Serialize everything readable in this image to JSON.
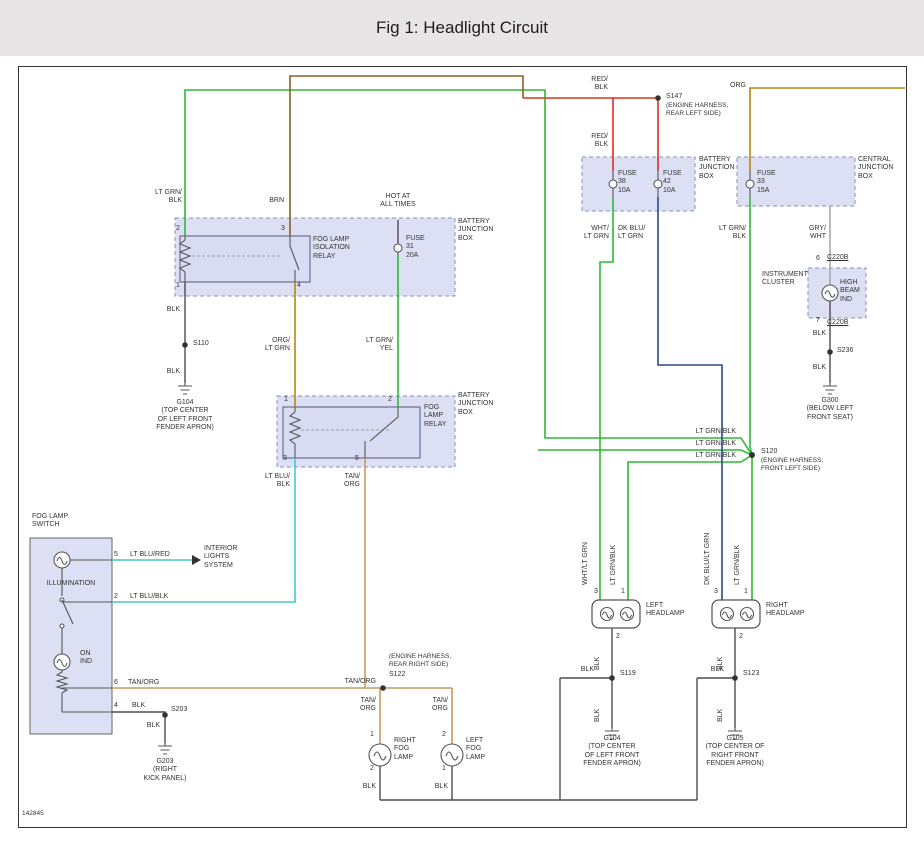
{
  "title": "Fig 1: Headlight Circuit",
  "figure_code": "142845",
  "colors": {
    "wire_green": "#2eb837",
    "wire_red": "#d93025",
    "wire_brown": "#8a5f22",
    "wire_orange": "#b8860b",
    "wire_tan": "#c99a5b",
    "wire_cyan": "#45c8c8",
    "wire_dk_blue": "#2a4a8a",
    "wire_gray": "#a8a8a8",
    "wire_black": "#4d4d4d",
    "box_fill": "#dde0f4"
  },
  "boxes": {
    "battery_junction_box": "BATTERY\nJUNCTION\nBOX",
    "central_junction_box": "CENTRAL\nJUNCTION\nBOX",
    "instrument_cluster": "INSTRUMENT\nCLUSTER"
  },
  "components": {
    "fog_lamp_isolation_relay": "FOG LAMP\nISOLATION\nRELAY",
    "fog_lamp_relay": "FOG\nLAMP\nRELAY",
    "fog_lamp_switch": "FOG LAMP\nSWITCH",
    "illumination": "ILLUMINATION",
    "on_ind": "ON\nIND",
    "high_beam_ind": "HIGH\nBEAM\nIND",
    "left_headlamp": "LEFT\nHEADLAMP",
    "right_headlamp": "RIGHT\nHEADLAMP",
    "right_fog_lamp": "RIGHT\nFOG\nLAMP",
    "left_fog_lamp": "LEFT\nFOG\nLAMP",
    "interior_lights_system": "INTERIOR\nLIGHTS\nSYSTEM",
    "hot_at_all_times": "HOT AT\nALL TIMES"
  },
  "fuses": {
    "fuse31": "FUSE\n31\n20A",
    "fuse33": "FUSE\n33\n15A",
    "fuse38": "FUSE\n38\n10A",
    "fuse42": "FUSE\n42\n10A"
  },
  "connectors": {
    "c220b": "C220B"
  },
  "splices": {
    "s110": "S110",
    "s119": "S119",
    "s120": "S120",
    "s122": "S122",
    "s123": "S123",
    "s147": "S147",
    "s203": "S203",
    "s236": "S236"
  },
  "splice_descriptions": {
    "s147": "(ENGINE HARNESS,\nREAR LEFT SIDE)",
    "s120": "(ENGINE HARNESS,\nFRONT LEFT SIDE)",
    "s122": "(ENGINE HARNESS,\nREAR RIGHT SIDE)"
  },
  "grounds": {
    "g104": "G104\n(TOP CENTER\nOF LEFT FRONT\nFENDER APRON)",
    "g105": "G105\n(TOP CENTER OF\nRIGHT FRONT\nFENDER APRON)",
    "g203": "G203\n(RIGHT\nKICK PANEL)",
    "g300": "G300\n(BELOW LEFT\nFRONT SEAT)"
  },
  "wire_labels": {
    "lt_grn_blk_2l": "LT GRN/\nBLK",
    "lt_grn_blk_1l": "LT GRN/BLK",
    "brn": "BRN",
    "red_blk": "RED/\nBLK",
    "org": "ORG",
    "wht_lt_grn_2l": "WHT/\nLT GRN",
    "wht_lt_grn_1l": "WHT/LT GRN",
    "dk_blu_lt_grn_2l": "DK BLU/\nLT GRN",
    "dk_blu_lt_grn_1l": "DK BLU/LT GRN",
    "gry_wht": "GRY/\nWHT",
    "org_lt_grn": "ORG/\nLT GRN",
    "lt_grn_yel": "LT GRN/\nYEL",
    "lt_blu_blk_2l": "LT BLU/\nBLK",
    "lt_blu_blk_1l": "LT BLU/BLK",
    "lt_blu_red": "LT BLU/RED",
    "tan_org_2l": "TAN/\nORG",
    "tan_org_1l": "TAN/ORG",
    "blk": "BLK"
  },
  "pins": {
    "p1": "1",
    "p2": "2",
    "p3": "3",
    "p4": "4",
    "p5": "5",
    "p6": "6",
    "p7": "7"
  }
}
